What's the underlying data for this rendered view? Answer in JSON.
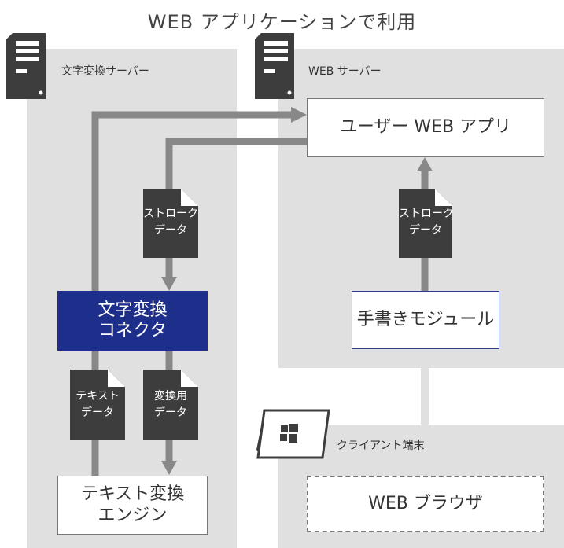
{
  "title": "WEB アプリケーションで利用",
  "zones": {
    "conversion_server": {
      "label": "文字変換サーバー"
    },
    "web_server": {
      "label": "WEB サーバー"
    },
    "client": {
      "label": "クライアント端末"
    }
  },
  "boxes": {
    "user_web_app": "ユーザー WEB アプリ",
    "handwriting_module": "手書きモジュール",
    "connector_line1": "文字変換",
    "connector_line2": "コネクタ",
    "engine_line1": "テキスト変換",
    "engine_line2": "エンジン",
    "web_browser": "WEB ブラウザ"
  },
  "documents": {
    "stroke_data_left": {
      "line1": "ストローク",
      "line2": "データ"
    },
    "stroke_data_right": {
      "line1": "ストローク",
      "line2": "データ"
    },
    "text_data": {
      "line1": "テキスト",
      "line2": "データ"
    },
    "conversion_data": {
      "line1": "変換用",
      "line2": "データ"
    }
  },
  "icons": {
    "server_left": "server-icon",
    "server_right": "server-icon",
    "tablet": "windows-tablet-icon"
  },
  "colors": {
    "panel": "#e0e0e0",
    "connector_fill": "#1e2f8b",
    "arrow": "#888888",
    "document": "#3d3d3d"
  }
}
